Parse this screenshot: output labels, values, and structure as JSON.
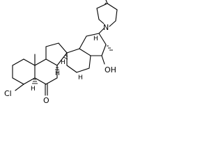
{
  "atoms": {
    "chlorine": "Cl",
    "nitrogen": "N",
    "hydroxyl": "OH",
    "ketone_oxygen": "O",
    "stereo_h_labels": [
      "H",
      "H",
      "H",
      "H",
      "H"
    ]
  }
}
